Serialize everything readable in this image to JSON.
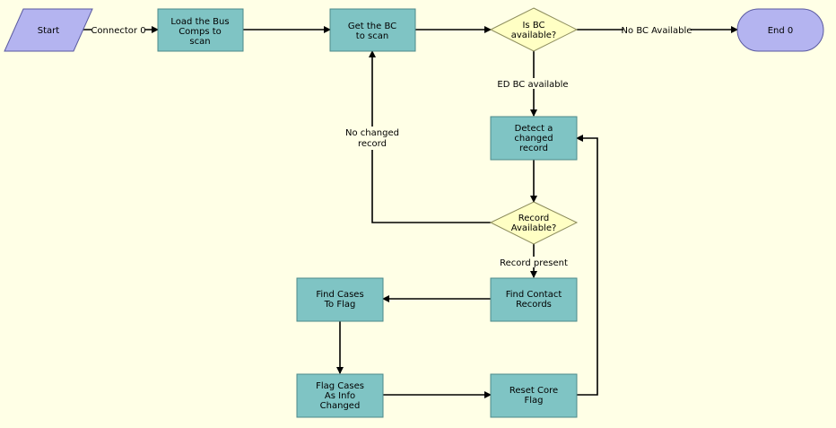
{
  "nodes": {
    "start": {
      "label": [
        "Start"
      ]
    },
    "load_bus_comps": {
      "label": [
        "Load the Bus",
        "Comps to",
        "scan"
      ]
    },
    "get_bc": {
      "label": [
        "Get the BC",
        "to scan"
      ]
    },
    "is_bc_available": {
      "label": [
        "Is BC",
        "available?"
      ]
    },
    "end": {
      "label": [
        "End 0"
      ]
    },
    "detect_changed": {
      "label": [
        "Detect a",
        "changed",
        "record"
      ]
    },
    "record_available": {
      "label": [
        "Record",
        "Available?"
      ]
    },
    "find_contacts": {
      "label": [
        "Find Contact",
        "Records"
      ]
    },
    "find_cases": {
      "label": [
        "Find Cases",
        "To Flag"
      ]
    },
    "flag_cases": {
      "label": [
        "Flag Cases",
        "As Info",
        "Changed"
      ]
    },
    "reset_core": {
      "label": [
        "Reset Core",
        "Flag"
      ]
    }
  },
  "edges": {
    "connector_0": {
      "label": [
        "Connector 0"
      ]
    },
    "no_bc_available": {
      "label": [
        "No BC Available"
      ]
    },
    "ed_bc_available": {
      "label": [
        "ED BC available"
      ]
    },
    "no_changed_record": {
      "label": [
        "No changed",
        "record"
      ]
    },
    "record_present": {
      "label": [
        "Record present"
      ]
    }
  },
  "colors": {
    "background": "#ffffe6",
    "task_fill": "#7fc4c4",
    "decision_fill": "#ffffc4",
    "terminal_fill": "#b4b4f0",
    "connector": "#000000"
  }
}
